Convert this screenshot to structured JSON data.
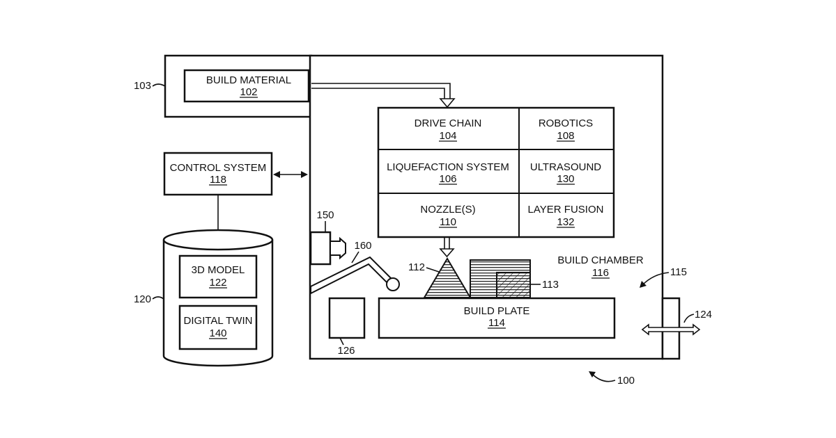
{
  "figure_number": "100",
  "build_material": {
    "title": "BUILD MATERIAL",
    "ref": "102",
    "housing_ref": "103"
  },
  "grid": {
    "drive_chain": {
      "title": "DRIVE CHAIN",
      "ref": "104"
    },
    "robotics": {
      "title": "ROBOTICS",
      "ref": "108"
    },
    "liquefaction": {
      "title": "LIQUEFACTION SYSTEM",
      "ref": "106"
    },
    "ultrasound": {
      "title": "ULTRASOUND",
      "ref": "130"
    },
    "nozzle": {
      "title": "NOZZLE(S)",
      "ref": "110"
    },
    "layer_fusion": {
      "title": "LAYER FUSION",
      "ref": "132"
    }
  },
  "control_system": {
    "title": "CONTROL SYSTEM",
    "ref": "118"
  },
  "database": {
    "ref": "120",
    "model": {
      "title": "3D MODEL",
      "ref": "122"
    },
    "twin": {
      "title": "DIGITAL TWIN",
      "ref": "140"
    }
  },
  "build_chamber": {
    "title": "BUILD CHAMBER",
    "ref": "116",
    "pointer_ref": "115"
  },
  "build_plate": {
    "title": "BUILD PLATE",
    "ref": "114"
  },
  "refs": {
    "camera": "150",
    "arm": "160",
    "deposit": "112",
    "part": "113",
    "box_126": "126",
    "door": "124"
  }
}
